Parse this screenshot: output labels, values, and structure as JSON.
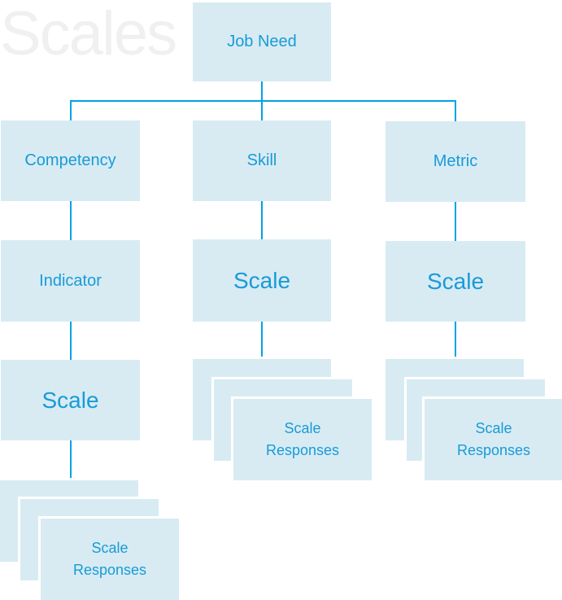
{
  "watermark": {
    "text": "Scales"
  },
  "colors": {
    "node_fill": "#d8ebf3",
    "node_text": "#189bd7",
    "connector": "#00a2e3",
    "watermark_text": "#f0f0f0"
  },
  "diagram": {
    "type": "org-chart",
    "root": {
      "label": "Job Need"
    },
    "columns": [
      {
        "name": "competency",
        "nodes": [
          {
            "label": "Competency"
          },
          {
            "label": "Indicator"
          },
          {
            "label": "Scale"
          }
        ],
        "stack": {
          "label": "Scale Responses",
          "card_count": 3
        }
      },
      {
        "name": "skill",
        "nodes": [
          {
            "label": "Skill"
          },
          {
            "label": "Scale"
          }
        ],
        "stack": {
          "label": "Scale Responses",
          "card_count": 3
        }
      },
      {
        "name": "metric",
        "nodes": [
          {
            "label": "Metric"
          },
          {
            "label": "Scale"
          }
        ],
        "stack": {
          "label": "Scale Responses",
          "card_count": 3
        }
      }
    ]
  }
}
